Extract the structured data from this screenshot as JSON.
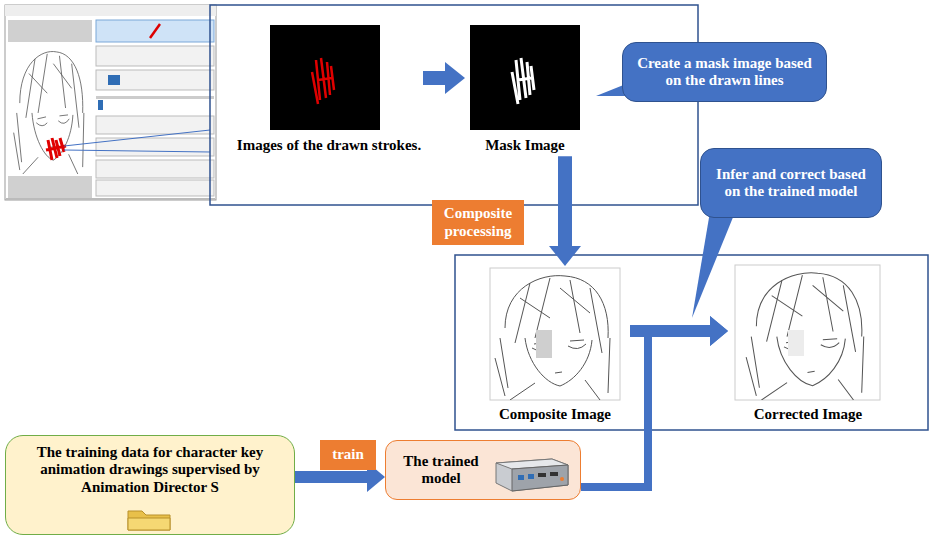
{
  "diagram": {
    "nodes": [
      {
        "text": [
          "Images of the drawn strokes."
        ]
      },
      {
        "text": [
          "Mask Image"
        ]
      },
      {
        "text": [
          "Create a mask image based on the drawn lines"
        ]
      },
      {
        "text": [
          "Composite processing"
        ]
      },
      {
        "text": [
          "Infer and correct based on the trained model"
        ]
      },
      {
        "text": [
          "Composite Image"
        ]
      },
      {
        "text": [
          "Corrected Image"
        ]
      },
      {
        "text": [
          "The training data for character key animation drawings supervised by Animation Director S"
        ]
      },
      {
        "text": [
          "train"
        ]
      },
      {
        "text": [
          "The trained model"
        ]
      }
    ],
    "edges": [
      {
        "from": 0,
        "to": 1,
        "arrow": "to"
      },
      {
        "from": 1,
        "to": 5,
        "arrow": "to"
      },
      {
        "from": 5,
        "to": 6,
        "arrow": "to"
      },
      {
        "from": 7,
        "to": 9,
        "arrow": "to"
      },
      {
        "from": 9,
        "to": 6,
        "arrow": "to"
      }
    ]
  }
}
